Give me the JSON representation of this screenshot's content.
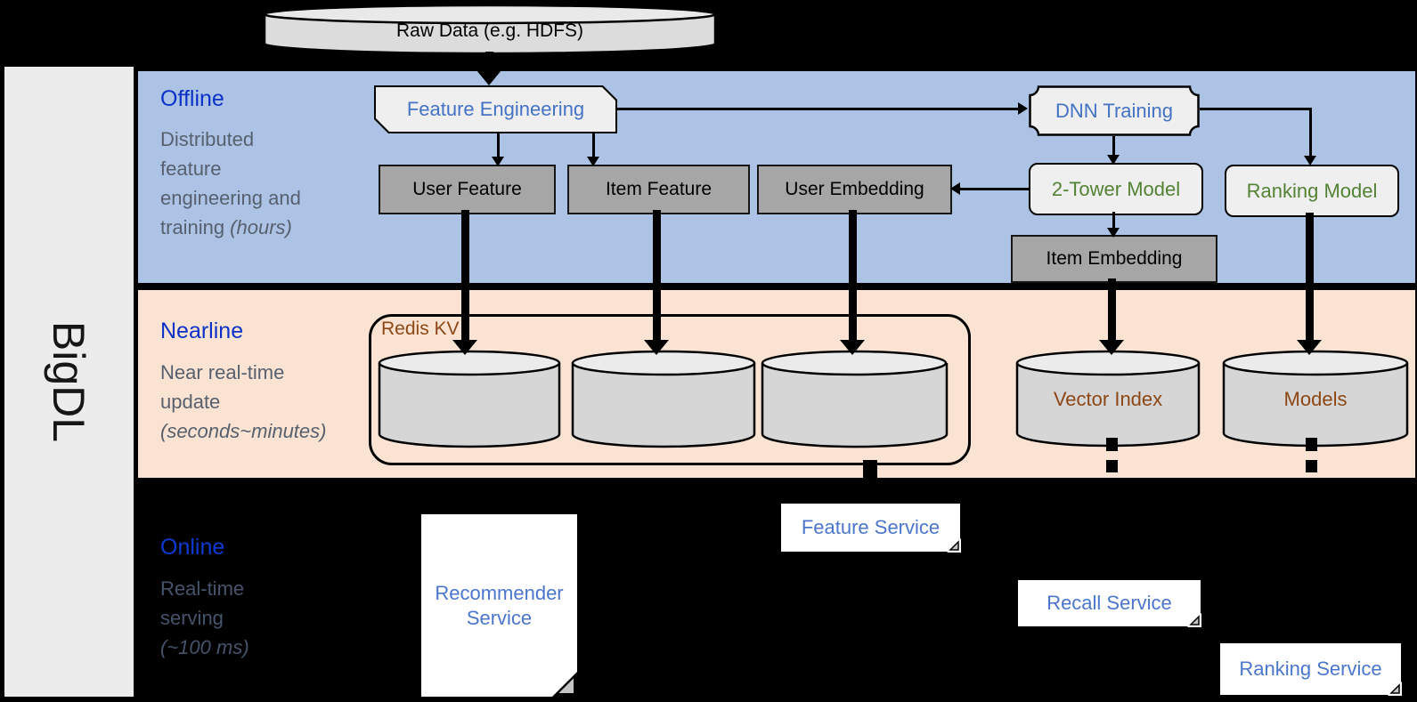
{
  "brand": "BigDL",
  "source_label": "Raw Data (e.g. HDFS)",
  "offline": {
    "title": "Offline",
    "desc": "Distributed\nfeature\nengineering and\ntraining",
    "note": "(hours)",
    "nodes": {
      "feature_engineering": "Feature Engineering",
      "dnn_training": "DNN Training",
      "user_feature": "User Feature",
      "item_feature": "Item Feature",
      "user_embedding": "User Embedding",
      "two_tower_model": "2-Tower Model",
      "ranking_model": "Ranking Model",
      "item_embedding": "Item Embedding"
    }
  },
  "nearline": {
    "title": "Nearline",
    "desc": "Near real-time\nupdate",
    "note": "(seconds~minutes)",
    "redis_label": "Redis KV",
    "vector_index": "Vector Index",
    "models": "Models"
  },
  "online": {
    "title": "Online",
    "desc": "Real-time\nserving",
    "note": "(~100 ms)",
    "services": {
      "recommender": "Recommender Service",
      "feature": "Feature Service",
      "recall": "Recall Service",
      "ranking": "Ranking Service"
    }
  },
  "colors": {
    "offline_band": "#adc3e6",
    "nearline_band": "#fae3d2",
    "online_band": "#000000",
    "heading_blue": "#0a32c8",
    "node_text_blue": "#4472c4",
    "model_text_green": "#548235",
    "storage_text_brown": "#8d4716",
    "gray_node": "#a6a6a6",
    "light_node": "#efefef"
  }
}
